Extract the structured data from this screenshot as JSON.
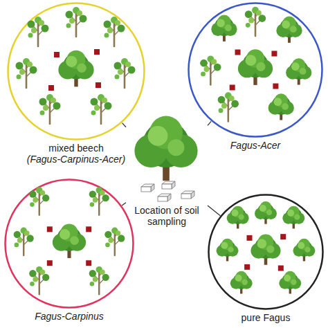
{
  "diagram": {
    "nodes": [
      {
        "text": [
          "mixed beech",
          "(Fagus-Carpinus-Acer)"
        ]
      },
      {
        "text": [
          "Fagus-Acer"
        ]
      },
      {
        "text": [
          "Location of soil sampling"
        ]
      },
      {
        "text": [
          "Fagus-Carpinus"
        ]
      },
      {
        "text": [
          "pure Fagus"
        ]
      }
    ],
    "edges": [
      {
        "from": 2,
        "to": 0,
        "arrow": "none"
      },
      {
        "from": 2,
        "to": 1,
        "arrow": "none"
      },
      {
        "from": 2,
        "to": 3,
        "arrow": "none"
      },
      {
        "from": 2,
        "to": 4,
        "arrow": "none"
      }
    ]
  }
}
